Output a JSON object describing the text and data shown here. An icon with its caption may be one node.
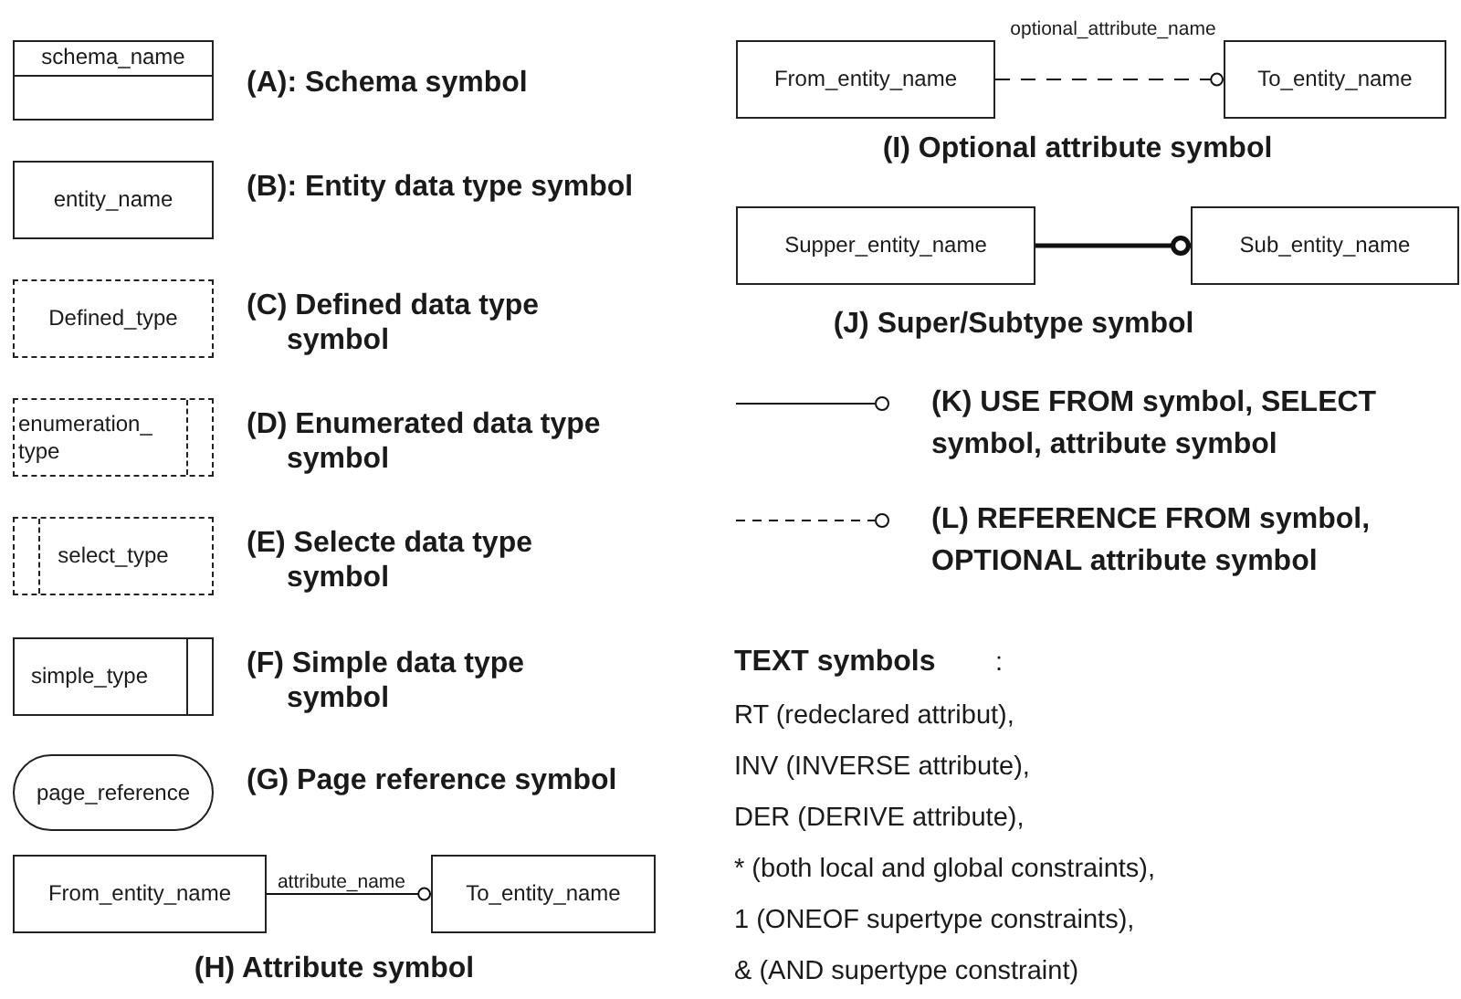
{
  "diagram": {
    "nodes": [
      {
        "text": [
          "schema_name"
        ],
        "beside": [
          "(A): Schema symbol"
        ]
      },
      {
        "text": [
          "entity_name"
        ],
        "beside": [
          "(B): Entity data type symbol"
        ]
      },
      {
        "text": [
          "Defined_type"
        ],
        "beside": [
          "(C) Defined data type symbol"
        ]
      },
      {
        "text": [
          "enumeration_ type"
        ],
        "beside": [
          "(D) Enumerated data type symbol"
        ]
      },
      {
        "text": [
          "select_type"
        ],
        "beside": [
          "(E) Selecte data type symbol"
        ]
      },
      {
        "text": [
          "simple_type"
        ],
        "beside": [
          "(F) Simple data type symbol"
        ]
      },
      {
        "text": [
          "page_reference"
        ],
        "beside": [
          "(G) Page reference symbol"
        ]
      },
      {
        "text": [
          "From_entity_name"
        ]
      },
      {
        "text": [
          "To_entity_name"
        ]
      },
      {
        "text": [
          "From_entity_name"
        ]
      },
      {
        "text": [
          "To_entity_name"
        ]
      },
      {
        "text": [
          "Supper_entity_name"
        ]
      },
      {
        "text": [
          "Sub_entity_name"
        ]
      }
    ],
    "edges": [
      {
        "from": 7,
        "to": 8,
        "arrow": "other",
        "label": "attribute_name"
      },
      {
        "from": 9,
        "to": 10,
        "arrow": "other",
        "label": "optional_attribute_name",
        "style": "dashed"
      },
      {
        "from": 11,
        "to": 12,
        "arrow": "other",
        "style": "thick"
      }
    ],
    "labels": [
      "(H) Attribute symbol",
      "(I) Optional attribute symbol",
      "(J) Super/Subtype symbol",
      "TEXT symbols",
      ":",
      "RT (redeclared attribut),",
      "INV (INVERSE attribute),",
      "DER (DERIVE attribute),",
      "* (both local and global constraints),",
      "1 (ONEOF supertype constraints),",
      "& (AND supertype constraint)"
    ],
    "legend": [
      {
        "text": "(K) USE FROM symbol, SELECT symbol, attribute symbol"
      },
      {
        "text": "(L) REFERENCE FROM symbol, OPTIONAL attribute symbol"
      }
    ]
  }
}
